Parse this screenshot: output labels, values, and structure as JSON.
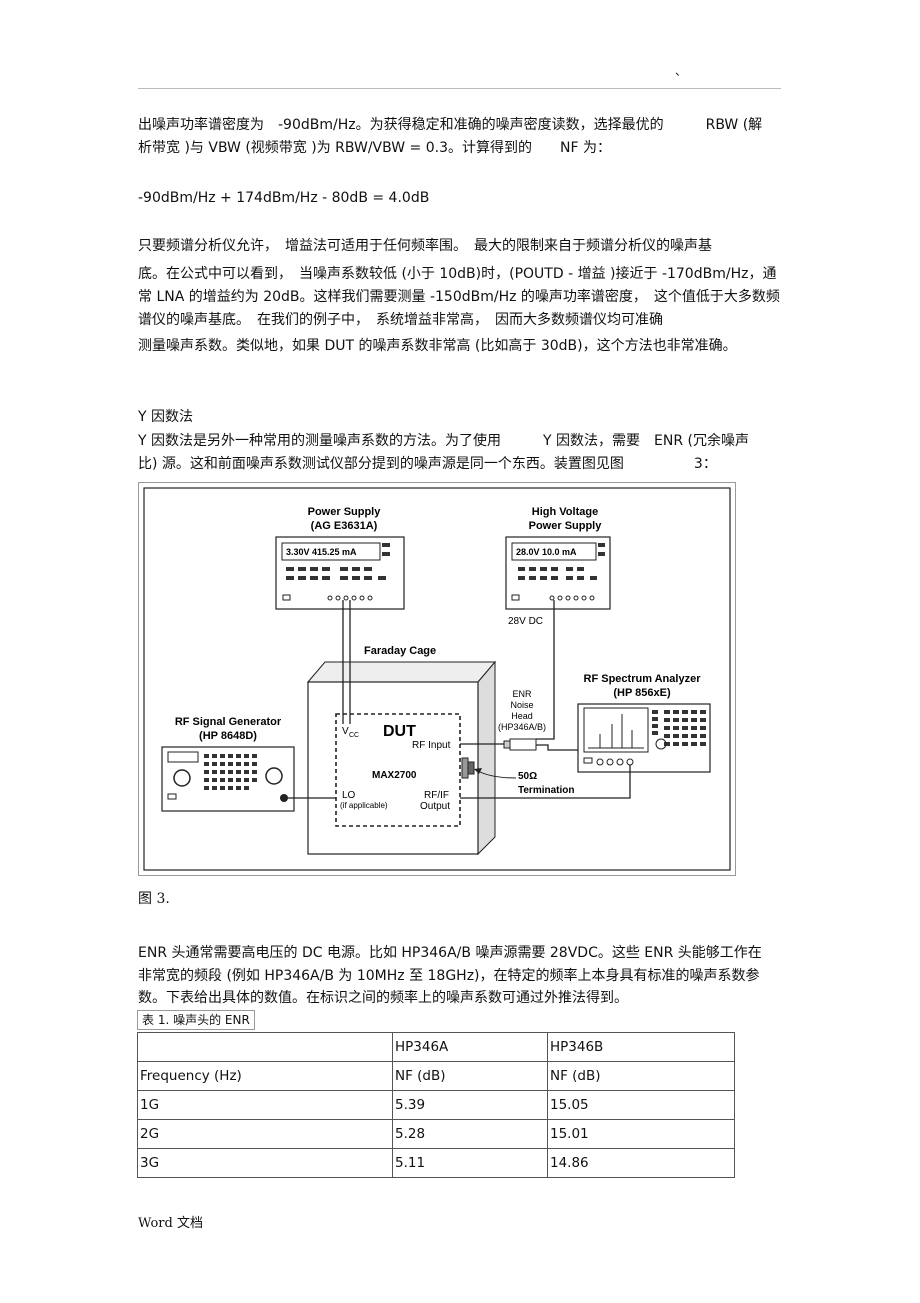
{
  "header": {
    "mark": "、"
  },
  "para1": {
    "line1": "出噪声功率谱密度为　-90dBm/Hz。为获得稳定和准确的噪声密度读数，选择最优的　　　RBW (解",
    "line2": "析带宽 )与 VBW (视频带宽 )为 RBW/VBW = 0.3。计算得到的　　NF 为："
  },
  "formula": "-90dBm/Hz + 174dBm/Hz - 80dB = 4.0dB",
  "para2": {
    "line1": "只要频谱分析仪允许，　增益法可适用于任何频率围。　最大的限制来自于频谱分析仪的噪声基",
    "line2": "底。在公式中可以看到，　当噪声系数较低 (小于 10dB)时，(POUTD - 增益 )接近于 -170dBm/Hz，通",
    "line3": "常 LNA 的增益约为 20dB。这样我们需要测量 -150dBm/Hz 的噪声功率谱密度，　这个值低于大多数频",
    "line4": "谱仪的噪声基底。　在我们的例子中，　系统增益非常高，　因而大多数频谱仪均可准确",
    "line5": "测量噪声系数。类似地，如果 DUT 的噪声系数非常高 (比如高于 30dB)，这个方法也非常准确。"
  },
  "section": {
    "title": "Y 因数法",
    "line1": "Y 因数法是另外一种常用的测量噪声系数的方法。为了使用　　　Y 因数法，需要　ENR (冗余噪声",
    "line2": "比) 源。这和前面噪声系数测试仪部分提到的噪声源是同一个东西。装置图见图　　　　　3："
  },
  "diagram": {
    "power_supply": {
      "title1": "Power Supply",
      "title2": "(AG E3631A)",
      "display": "3.30V  415.25 mA"
    },
    "hv_supply": {
      "title1": "High Voltage",
      "title2": "Power Supply",
      "display": "28.0V  10.0 mA",
      "label": "28V DC"
    },
    "faraday": "Faraday Cage",
    "dut": {
      "title": "DUT",
      "vcc": "V",
      "vcc_sub": "CC",
      "rf_input": "RF Input",
      "part": "MAX2700",
      "lo": "LO",
      "lo_note": "(if applicable)",
      "rfif": "RF/IF",
      "output": "Output"
    },
    "enr": {
      "l1": "ENR",
      "l2": "Noise",
      "l3": "Head",
      "l4": "(HP346A/B)"
    },
    "term": {
      "l1": "50Ω",
      "l2": "Termination"
    },
    "sig_gen": {
      "title1": "RF Signal Generator",
      "title2": "(HP 8648D)"
    },
    "analyzer": {
      "title1": "RF Spectrum Analyzer",
      "title2": "(HP 856xE)"
    }
  },
  "caption": "图 3.",
  "para3": {
    "line1": "ENR 头通常需要高电压的 DC 电源。比如 HP346A/B 噪声源需要 28VDC。这些 ENR 头能够工作在",
    "line2": "非常宽的频段 (例如 HP346A/B 为 10MHz 至 18GHz)，在特定的频率上本身具有标准的噪声系数参",
    "line3": "数。下表给出具体的数值。在标识之间的频率上的噪声系数可通过外推法得到。"
  },
  "table": {
    "label": "表 1.  噪声头的  ENR",
    "header": [
      "",
      "HP346A",
      "HP346B"
    ],
    "rows": [
      [
        "Frequency (Hz)",
        "NF (dB)",
        "NF (dB)"
      ],
      [
        "1G",
        "5.39",
        "15.05"
      ],
      [
        "2G",
        "5.28",
        "15.01"
      ],
      [
        "3G",
        "5.11",
        "14.86"
      ]
    ]
  },
  "footer": "Word 文档"
}
